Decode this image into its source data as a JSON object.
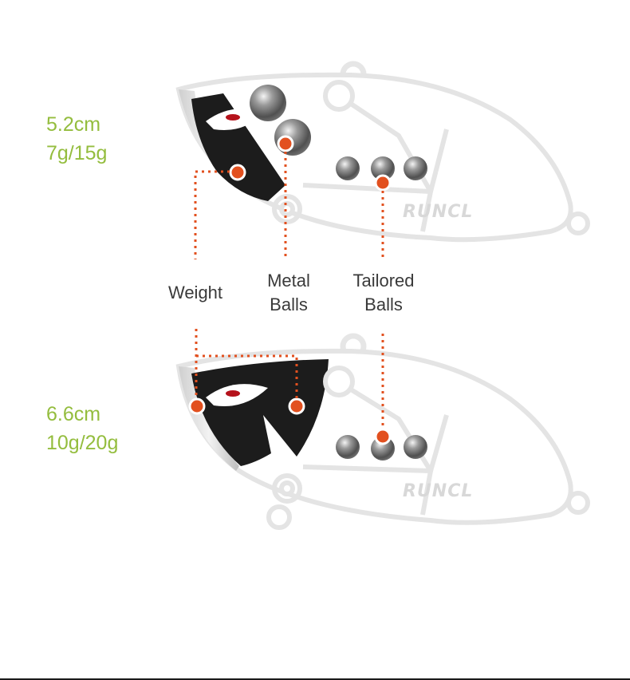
{
  "lure_small": {
    "length": "5.2cm",
    "weight": "7g/15g",
    "brand": "RUNCL"
  },
  "lure_large": {
    "length": "6.6cm",
    "weight": "10g/20g",
    "brand": "RUNCL"
  },
  "callouts": {
    "weight": "Weight",
    "metal_line1": "Metal",
    "metal_line2": "Balls",
    "tailored_line1": "Tailored",
    "tailored_line2": "Balls"
  },
  "colors": {
    "spec_text": "#94bd3e",
    "marker": "#e2501f",
    "body_dark": "#1c1c1c",
    "outline": "#e4e4e4"
  }
}
